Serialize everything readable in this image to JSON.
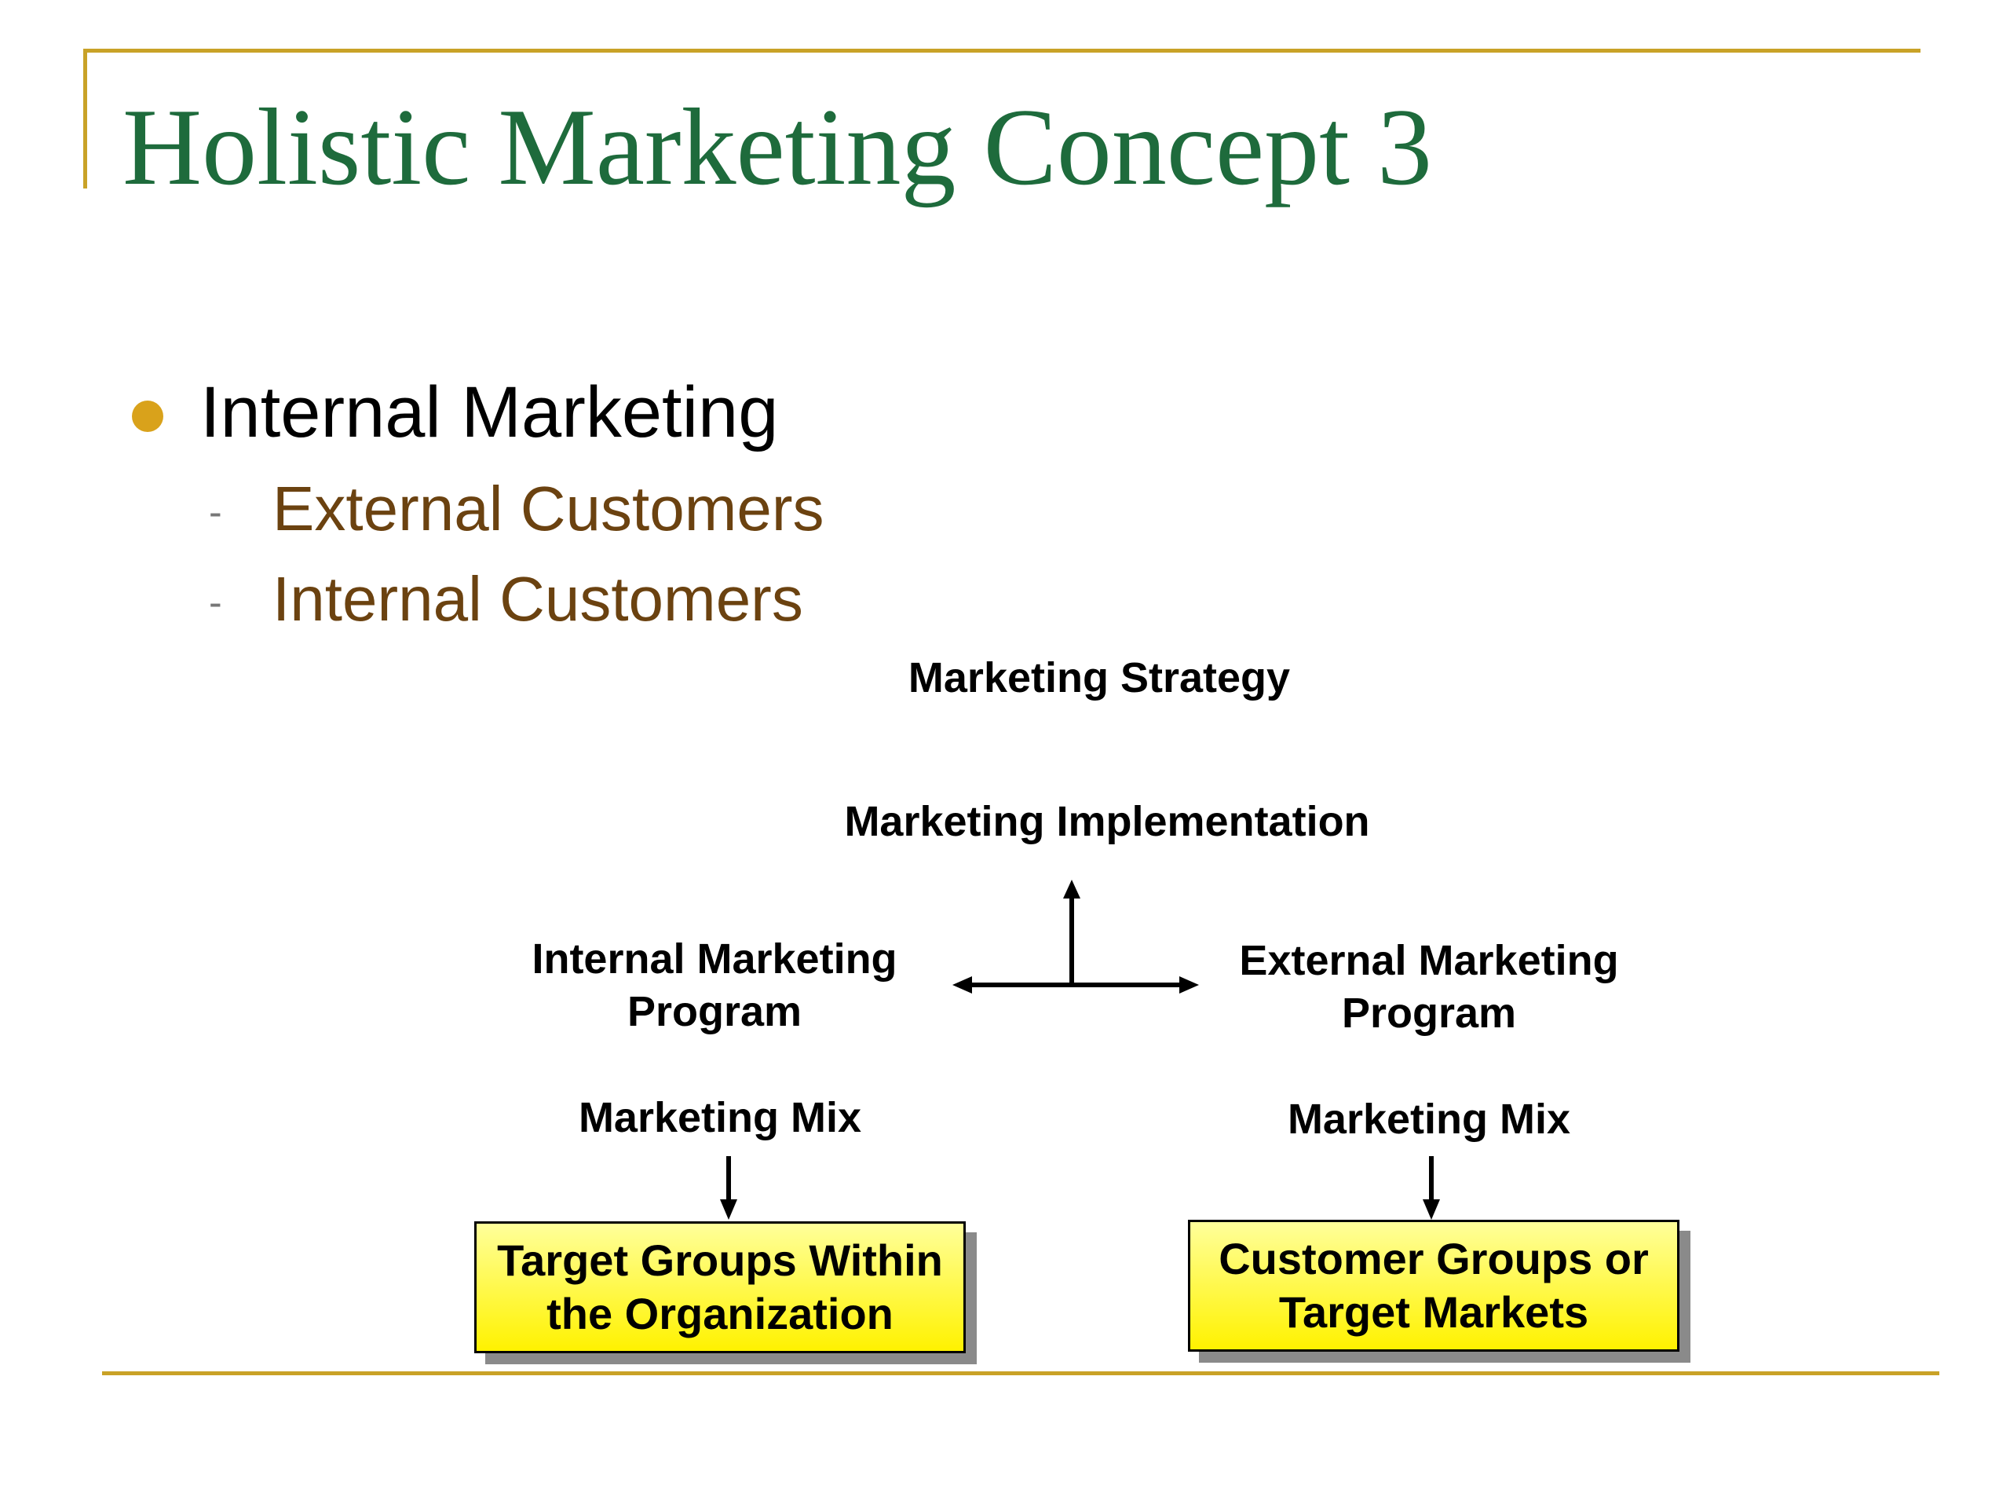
{
  "slide": {
    "title": "Holistic Marketing Concept 3",
    "accent_color": "#c9a227",
    "title_color": "#1e6b3c"
  },
  "bullets": {
    "main": "Internal Marketing",
    "bullet_color": "#d9a21b",
    "dash": "-",
    "sub": [
      "External Customers",
      "Internal Customers"
    ],
    "sub_color": "#6b4210"
  },
  "diagram": {
    "strategy": "Marketing Strategy",
    "implementation": "Marketing Implementation",
    "internal_program": {
      "line1": "Internal Marketing",
      "line2": "Program"
    },
    "external_program": {
      "line1": "External Marketing",
      "line2": "Program"
    },
    "internal_mix": "Marketing Mix",
    "external_mix": "Marketing Mix",
    "internal_target": {
      "line1": "Target Groups Within",
      "line2": "the Organization"
    },
    "external_target": {
      "line1": "Customer Groups or",
      "line2": "Target Markets"
    },
    "box_color": "#fff200"
  }
}
